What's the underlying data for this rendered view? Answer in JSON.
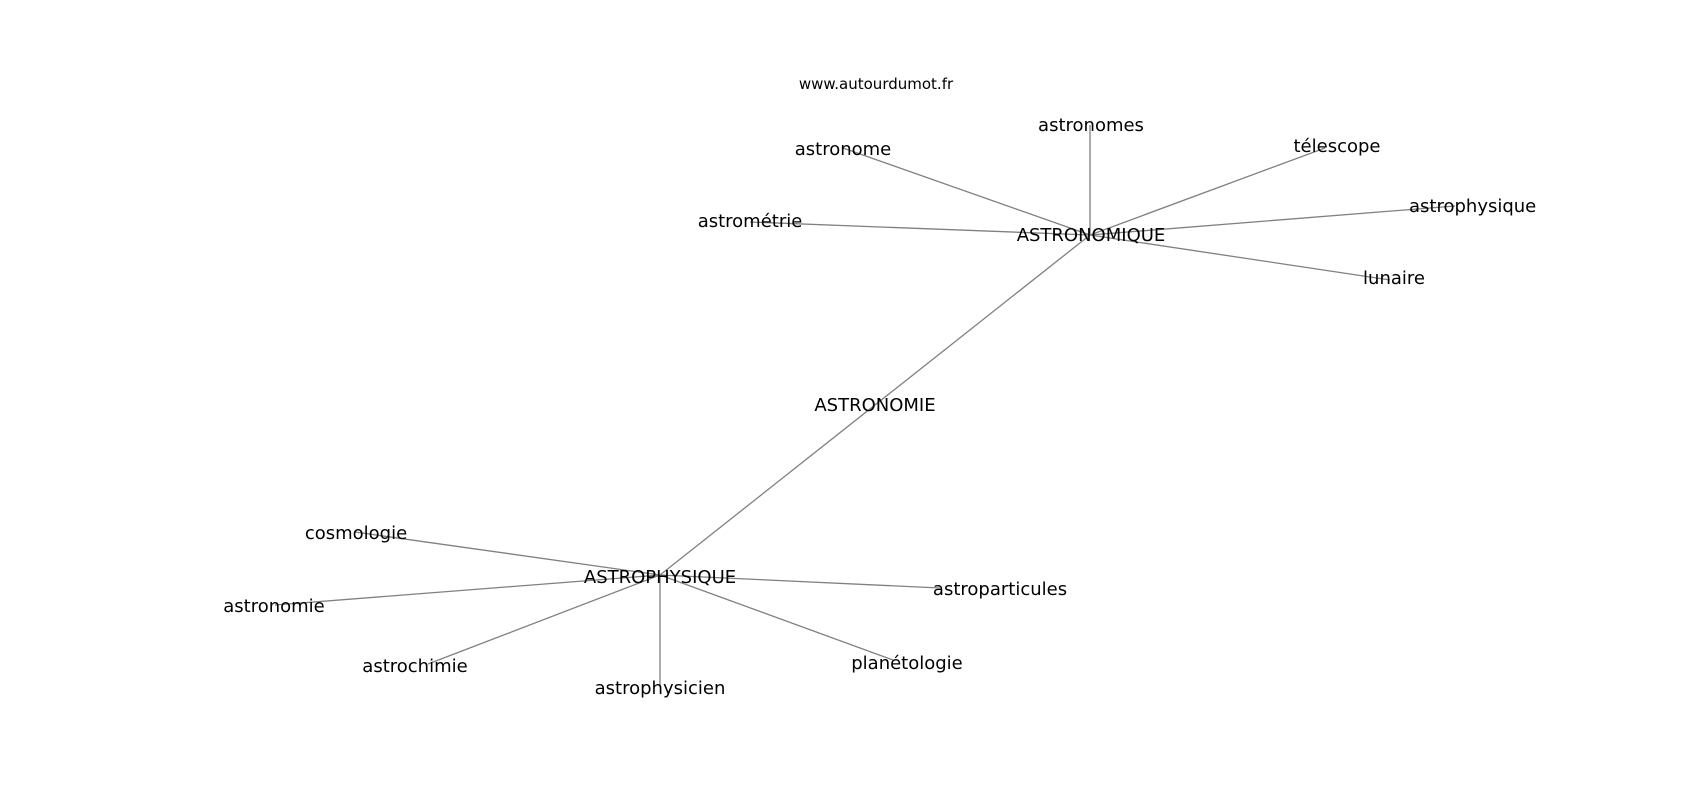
{
  "watermark": "www.autourdumot.fr",
  "center_word": "ASTRONOMIE",
  "edge_color": "#808080",
  "text_color": "#000000",
  "hubs": [
    {
      "label": "ASTRONOMIQUE",
      "neighbors": [
        "astronomes",
        "astronome",
        "télescope",
        "astrométrie",
        "astrophysique",
        "lunaire"
      ]
    },
    {
      "label": "ASTROPHYSIQUE",
      "neighbors": [
        "cosmologie",
        "astronomie",
        "astroparticules",
        "astrochimie",
        "planétologie",
        "astrophysicien"
      ]
    }
  ]
}
